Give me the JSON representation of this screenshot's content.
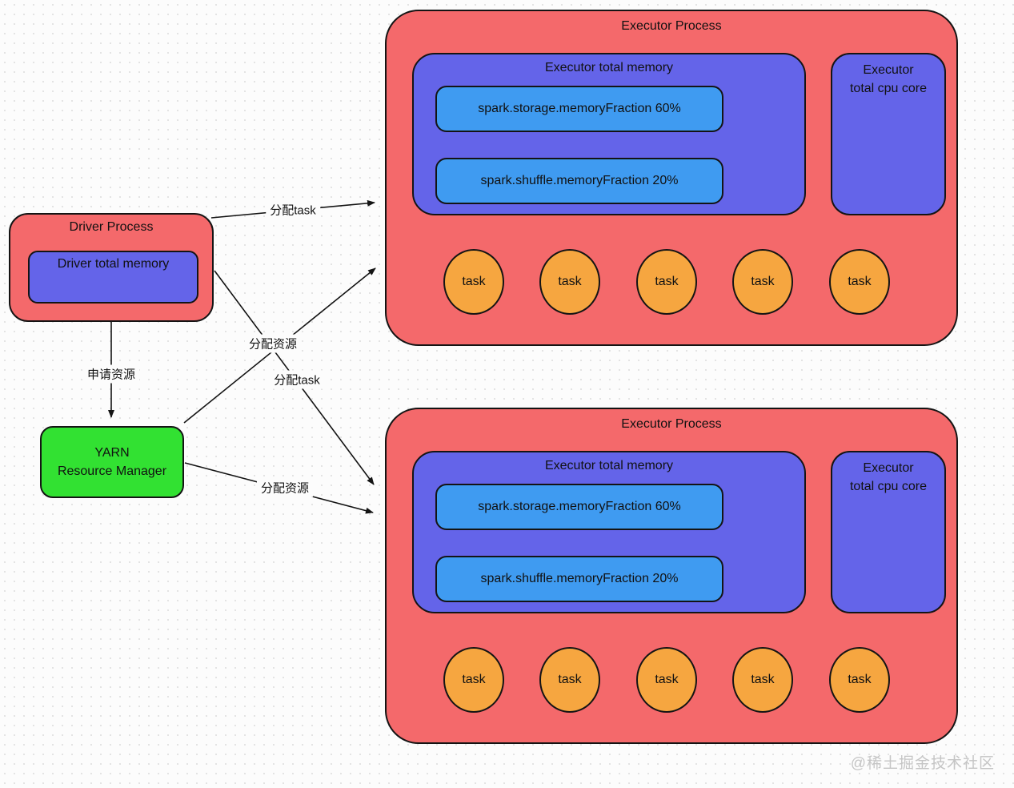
{
  "driver": {
    "title": "Driver Process",
    "memory_label": "Driver total memory"
  },
  "yarn": {
    "line1": "YARN",
    "line2": "Resource Manager"
  },
  "executors": [
    {
      "title": "Executor Process",
      "memory_title": "Executor total memory",
      "storage": "spark.storage.memoryFraction 60%",
      "shuffle": "spark.shuffle.memoryFraction 20%",
      "cpu_line1": "Executor",
      "cpu_line2": "total cpu core",
      "tasks": [
        "task",
        "task",
        "task",
        "task",
        "task"
      ]
    },
    {
      "title": "Executor Process",
      "memory_title": "Executor total memory",
      "storage": "spark.storage.memoryFraction 60%",
      "shuffle": "spark.shuffle.memoryFraction 20%",
      "cpu_line1": "Executor",
      "cpu_line2": "total cpu core",
      "tasks": [
        "task",
        "task",
        "task",
        "task",
        "task"
      ]
    }
  ],
  "arrows": [
    {
      "id": "driver-to-executor1",
      "label": "分配task"
    },
    {
      "id": "yarn-to-executor1",
      "label": "分配资源"
    },
    {
      "id": "driver-to-executor2",
      "label": "分配task"
    },
    {
      "id": "yarn-to-executor2",
      "label": "分配资源"
    },
    {
      "id": "driver-to-yarn",
      "label": "申请资源"
    }
  ],
  "watermark": "@稀土掘金技术社区",
  "colors": {
    "process_red": "#F4696B",
    "memory_purple": "#6464E9",
    "fraction_blue": "#3F9BF1",
    "yarn_green": "#32E132",
    "task_orange": "#F6A640",
    "border_black": "#141414",
    "watermark_gray": "#C5C5C5"
  }
}
